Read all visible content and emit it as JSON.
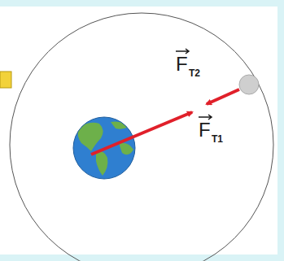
{
  "diagram": {
    "labels": [
      "F",
      "T2",
      "F",
      "T1"
    ]
  }
}
